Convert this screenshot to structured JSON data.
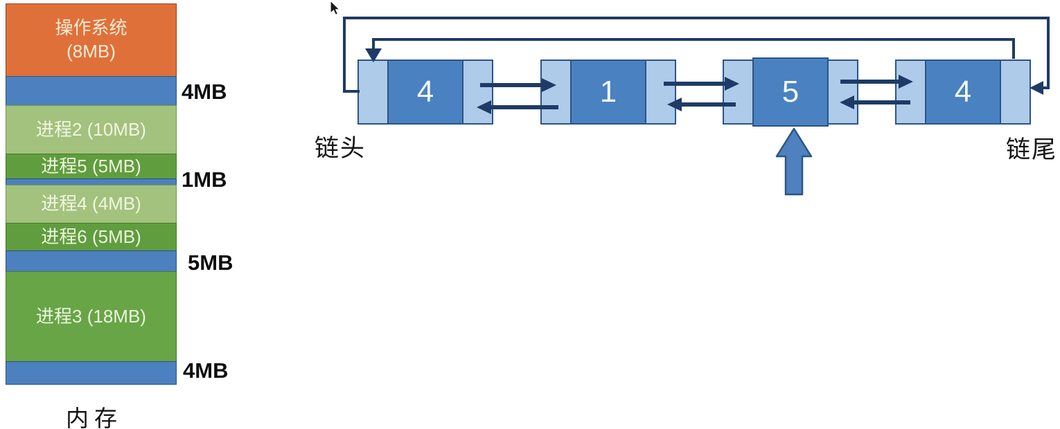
{
  "memory": {
    "caption": "内存",
    "blocks": [
      {
        "kind": "os",
        "label": "操作系统",
        "sublabel": "(8MB)"
      },
      {
        "kind": "free",
        "label": ""
      },
      {
        "kind": "process-light",
        "label": "进程2 (10MB)"
      },
      {
        "kind": "process-dark",
        "label": "进程5 (5MB)"
      },
      {
        "kind": "free",
        "label": ""
      },
      {
        "kind": "process-light",
        "label": "进程4 (4MB)"
      },
      {
        "kind": "process-dark",
        "label": "进程6 (5MB)"
      },
      {
        "kind": "free",
        "label": ""
      },
      {
        "kind": "process-dark",
        "label": "进程3 (18MB)"
      },
      {
        "kind": "free",
        "label": ""
      }
    ],
    "free_size_labels": [
      "4MB",
      "1MB",
      "5MB",
      "4MB"
    ]
  },
  "linked_list": {
    "head_label": "链头",
    "tail_label": "链尾",
    "nodes": [
      {
        "value": "4"
      },
      {
        "value": "1"
      },
      {
        "value": "5"
      },
      {
        "value": "4"
      }
    ],
    "highlighted_node_index": 2
  },
  "colors": {
    "os_block": "#E0703A",
    "free_block": "#4C80BE",
    "process_light": "#A3C27D",
    "process_dark": "#609D3E",
    "process_dark_large": "#68A546",
    "node_pointer_cell": "#AECBEA",
    "node_value_cell": "#4A81C0",
    "node_border": "#2B5487",
    "link_line": "#1E3B66",
    "highlight_arrow": "#4E81BD"
  }
}
